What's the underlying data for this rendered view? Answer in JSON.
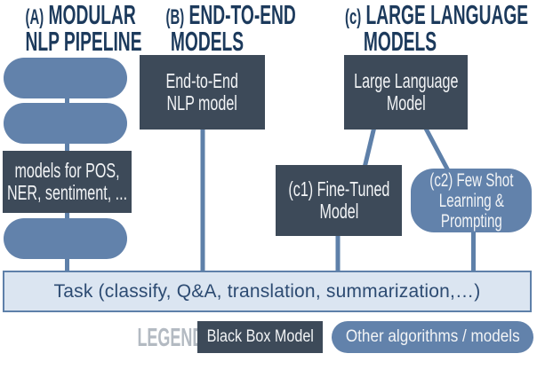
{
  "figure": {
    "columns": {
      "a": {
        "heading_prefix": "(A)",
        "heading_word1": "MODULAR",
        "heading_line2": "NLP PIPELINE",
        "models_box_line1": "models for POS,",
        "models_box_line2": "NER, sentiment, ..."
      },
      "b": {
        "heading_prefix": "(B)",
        "heading_word1": "END-TO-END",
        "heading_line2": "MODELS",
        "box_line1": "End-to-End",
        "box_line2": "NLP model"
      },
      "c": {
        "heading_prefix": "(c)",
        "heading_word1": "LARGE LANGUAGE",
        "heading_line2": "MODELS",
        "llm_box_line1": "Large Language",
        "llm_box_line2": "Model",
        "c1_box_line1": "(c1) Fine-Tuned",
        "c1_box_line2": "Model",
        "c2_pill_line1": "(c2) Few Shot",
        "c2_pill_line2": "Learning &",
        "c2_pill_line3": "Prompting"
      }
    },
    "task_bar_label": "Task (classify, Q&A, translation, summarization,…)",
    "legend": {
      "label": "LEGEND",
      "black_box_label": "Black Box Model",
      "other_label": "Other algorithms / models"
    }
  },
  "colors": {
    "navy": "#1c3a5c",
    "steel": "#6282ab",
    "slate": "#3d4a59",
    "connector": "#5e80a9",
    "task_fill": "#dbe5f1",
    "task_text": "#2d4b72",
    "legend_gray": "#b3bac2",
    "white_text": "#f2f4f6"
  }
}
